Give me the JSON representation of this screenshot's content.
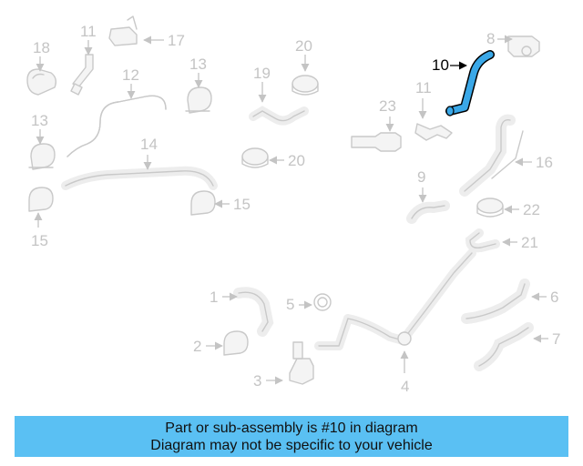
{
  "caption": {
    "line1": "Part or sub-assembly is #10 in diagram",
    "line2": "Diagram may not be specific to your vehicle"
  },
  "highlight_color": "#3aa8e8",
  "callouts": {
    "c18": "18",
    "c11a": "11",
    "c17": "17",
    "c12": "12",
    "c13a": "13",
    "c20a": "20",
    "c13b": "13",
    "c19": "19",
    "c14": "14",
    "c15a": "15",
    "c15b": "15",
    "c20b": "20",
    "c10": "10",
    "c8": "8",
    "c11b": "11",
    "c23": "23",
    "c16": "16",
    "c9": "9",
    "c22": "22",
    "c21": "21",
    "c1": "1",
    "c5": "5",
    "c6": "6",
    "c2": "2",
    "c7": "7",
    "c3": "3",
    "c4": "4"
  }
}
